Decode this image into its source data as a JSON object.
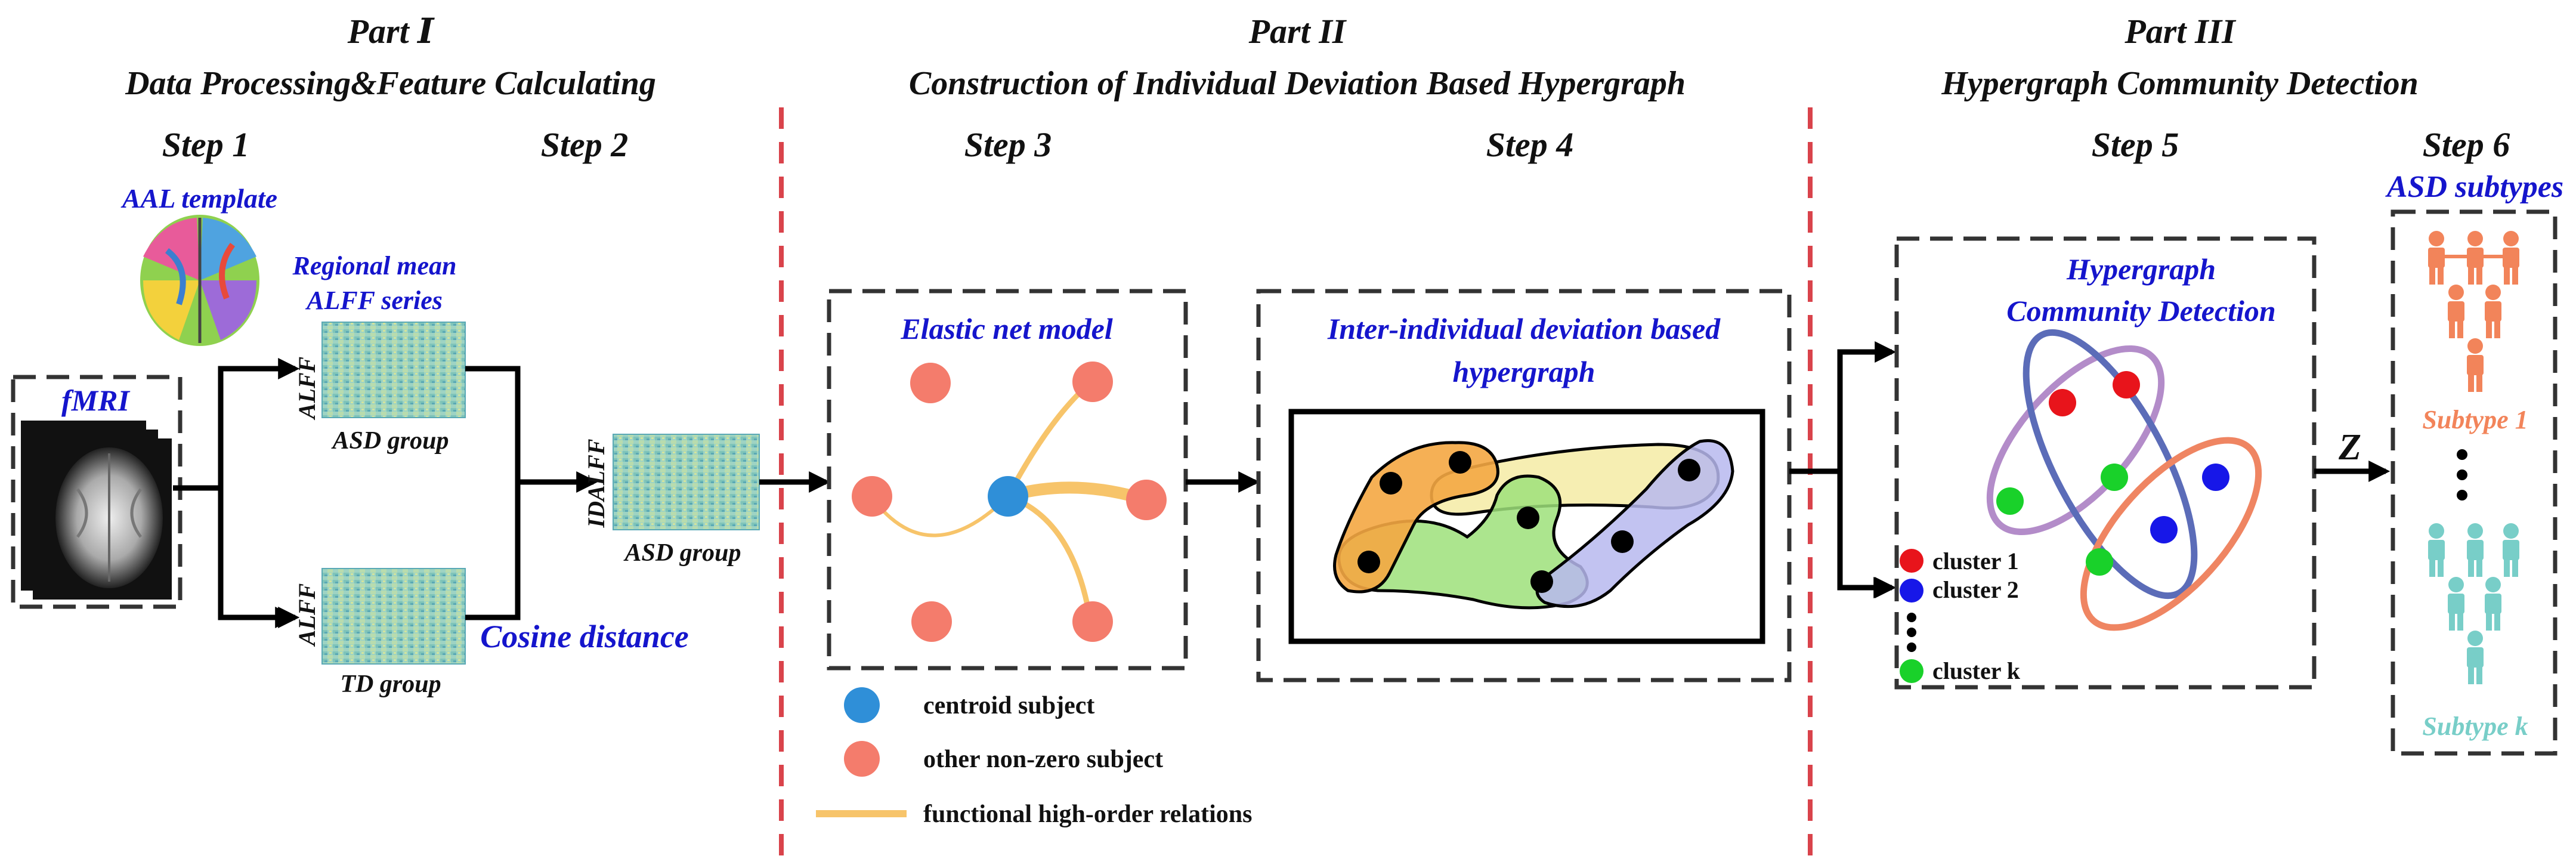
{
  "parts": [
    {
      "title": "Part Ⅰ",
      "subtitle": "Data Processing&Feature Calculating"
    },
    {
      "title": "Part II",
      "subtitle": "Construction of Individual Deviation Based Hypergraph"
    },
    {
      "title": "Part III",
      "subtitle": "Hypergraph Community Detection"
    }
  ],
  "steps": [
    "Step 1",
    "Step 2",
    "Step 3",
    "Step 4",
    "Step 5",
    "Step 6"
  ],
  "step1": {
    "aal": "AAL template",
    "fmri": "fMRI"
  },
  "step2": {
    "regional_line1": "Regional mean",
    "regional_line2": "ALFF series",
    "alff_axis": "ALFF",
    "asd_group": "ASD group",
    "td_group": "TD group",
    "cosine": "Cosine distance",
    "idalff_axis": "IDALFF",
    "asd_group2": "ASD group"
  },
  "step3": {
    "title": "Elastic net model"
  },
  "legend": [
    {
      "label": "centroid subject",
      "color": "#2f8fd8"
    },
    {
      "label": "other non-zero subject",
      "color": "#f47c6c"
    },
    {
      "label": "functional high-order relations",
      "color": "#f7c46a"
    }
  ],
  "step4": {
    "title_line1": "Inter-individual deviation based",
    "title_line2": "hypergraph"
  },
  "step5": {
    "title_line1": "Hypergraph",
    "title_line2": "Community Detection",
    "clusters": [
      {
        "label": "cluster 1",
        "color": "#e8141b"
      },
      {
        "label": "cluster 2",
        "color": "#1717e8"
      },
      {
        "label": "cluster k",
        "color": "#19d12a"
      }
    ]
  },
  "step6": {
    "title": "ASD subtypes",
    "z": "Z",
    "subtype1": "Subtype 1",
    "subtypek": "Subtype k",
    "color1": "#f2845a",
    "colork": "#78cec8"
  }
}
